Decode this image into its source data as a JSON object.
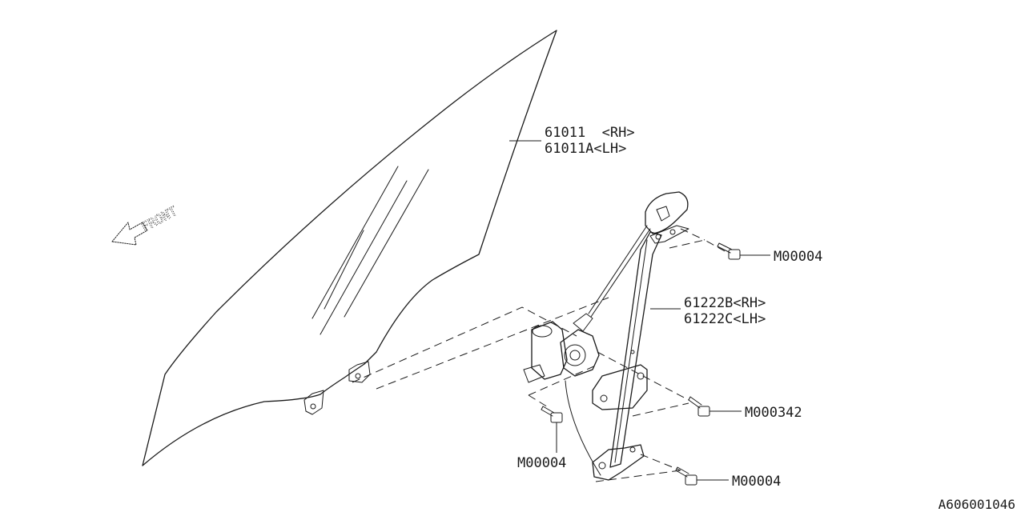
{
  "front_label": "FRONT",
  "callouts": {
    "glass_rh": "61011  <RH>",
    "glass_lh": "61011A<LH>",
    "regulator_rh": "61222B<RH>",
    "regulator_lh": "61222C<LH>",
    "bolt_top": "M00004",
    "bolt_middle": "M000342",
    "bolt_motor": "M00004",
    "bolt_bottom": "M00004"
  },
  "diagram_id": "A606001046"
}
